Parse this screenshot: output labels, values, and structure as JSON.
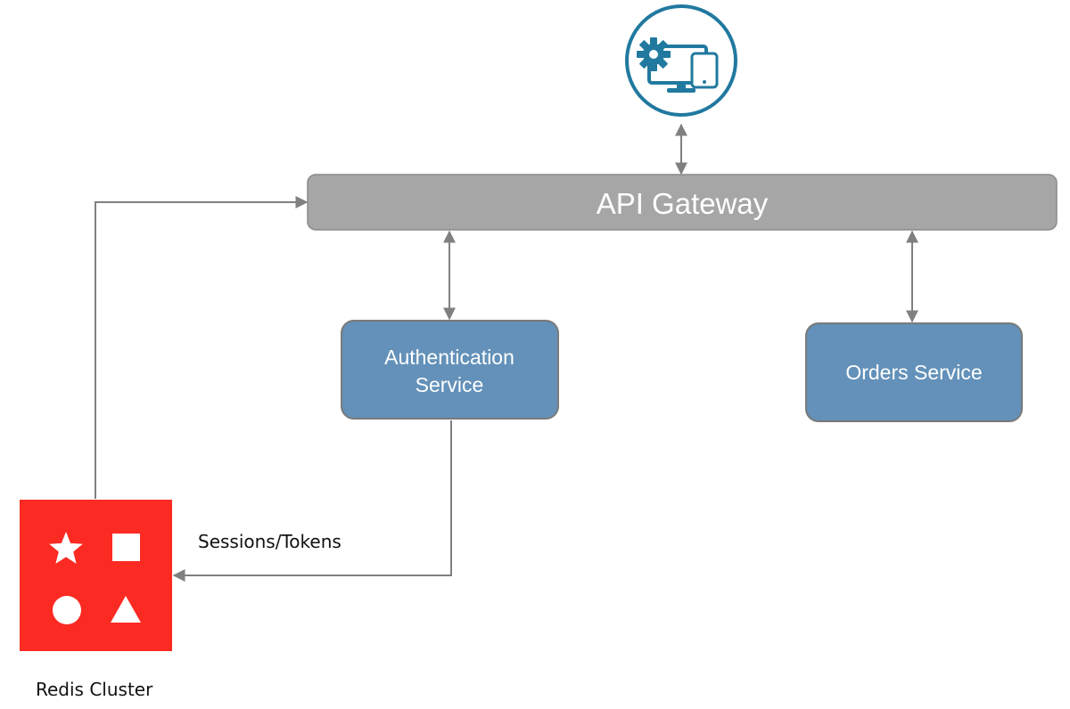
{
  "gateway": {
    "label": "API Gateway"
  },
  "auth_service": {
    "line1": "Authentication",
    "line2": "Service"
  },
  "orders_service": {
    "label": "Orders Service"
  },
  "edge_label": {
    "text": "Sessions/Tokens"
  },
  "redis": {
    "label": "Redis Cluster"
  },
  "icons": {
    "client": "client-devices-icon",
    "redis": "redis-shapes-icon"
  },
  "colors": {
    "gateway_fill": "#a6a6a6",
    "service_fill": "#6391b9",
    "redis_fill": "#fb2a22",
    "client_ring": "#21799f",
    "arrow": "#808080"
  }
}
